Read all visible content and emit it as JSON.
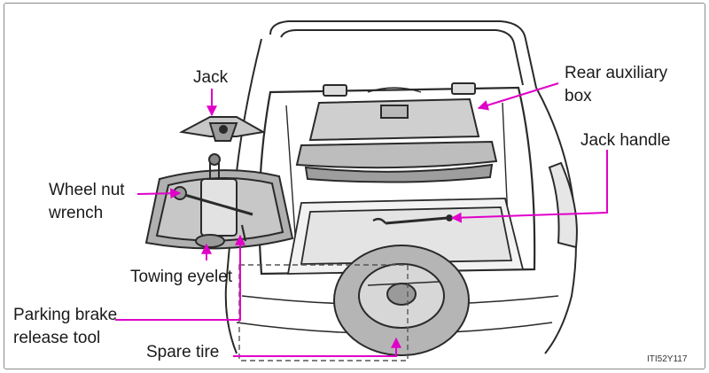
{
  "labels": {
    "jack": "Jack",
    "rear_aux_box": "Rear auxiliary\nbox",
    "jack_handle": "Jack handle",
    "wheel_nut_wrench": "Wheel nut\nwrench",
    "towing_eyelet": "Towing eyelet",
    "parking_brake_tool": "Parking brake\nrelease tool",
    "spare_tire": "Spare tire"
  },
  "figure_code": "ITI52Y117",
  "colors": {
    "callout": "#e000c8",
    "ink": "#2a2a2a",
    "tray": "#b0b0b0",
    "frame": "#8a8a8a"
  }
}
